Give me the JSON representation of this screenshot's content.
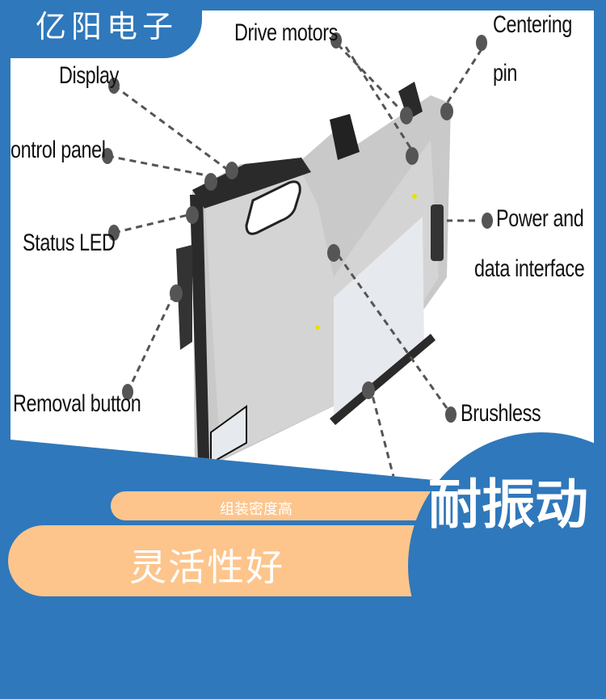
{
  "brand": {
    "name": "亿阳电子"
  },
  "diagram": {
    "callouts": [
      {
        "id": "display",
        "label": "Display"
      },
      {
        "id": "control-panel",
        "label": "ontrol panel"
      },
      {
        "id": "status-led",
        "label": "Status LED"
      },
      {
        "id": "removal-button",
        "label": "Removal button"
      },
      {
        "id": "drive-motors",
        "label": "Drive motors"
      },
      {
        "id": "centering-pin-1",
        "label": "Centering"
      },
      {
        "id": "centering-pin-2",
        "label": "pin"
      },
      {
        "id": "power-1",
        "label": "Power and"
      },
      {
        "id": "power-2",
        "label": "data interface"
      },
      {
        "id": "brushless",
        "label": "Brushless"
      }
    ]
  },
  "features": {
    "small_pill": "组装密度高",
    "large_pill": "灵活性好",
    "circle_badge": "耐振动"
  },
  "colors": {
    "brand_blue": "#2f78bb",
    "pill_orange": "#fdc58c",
    "text_white": "#ffffff"
  }
}
